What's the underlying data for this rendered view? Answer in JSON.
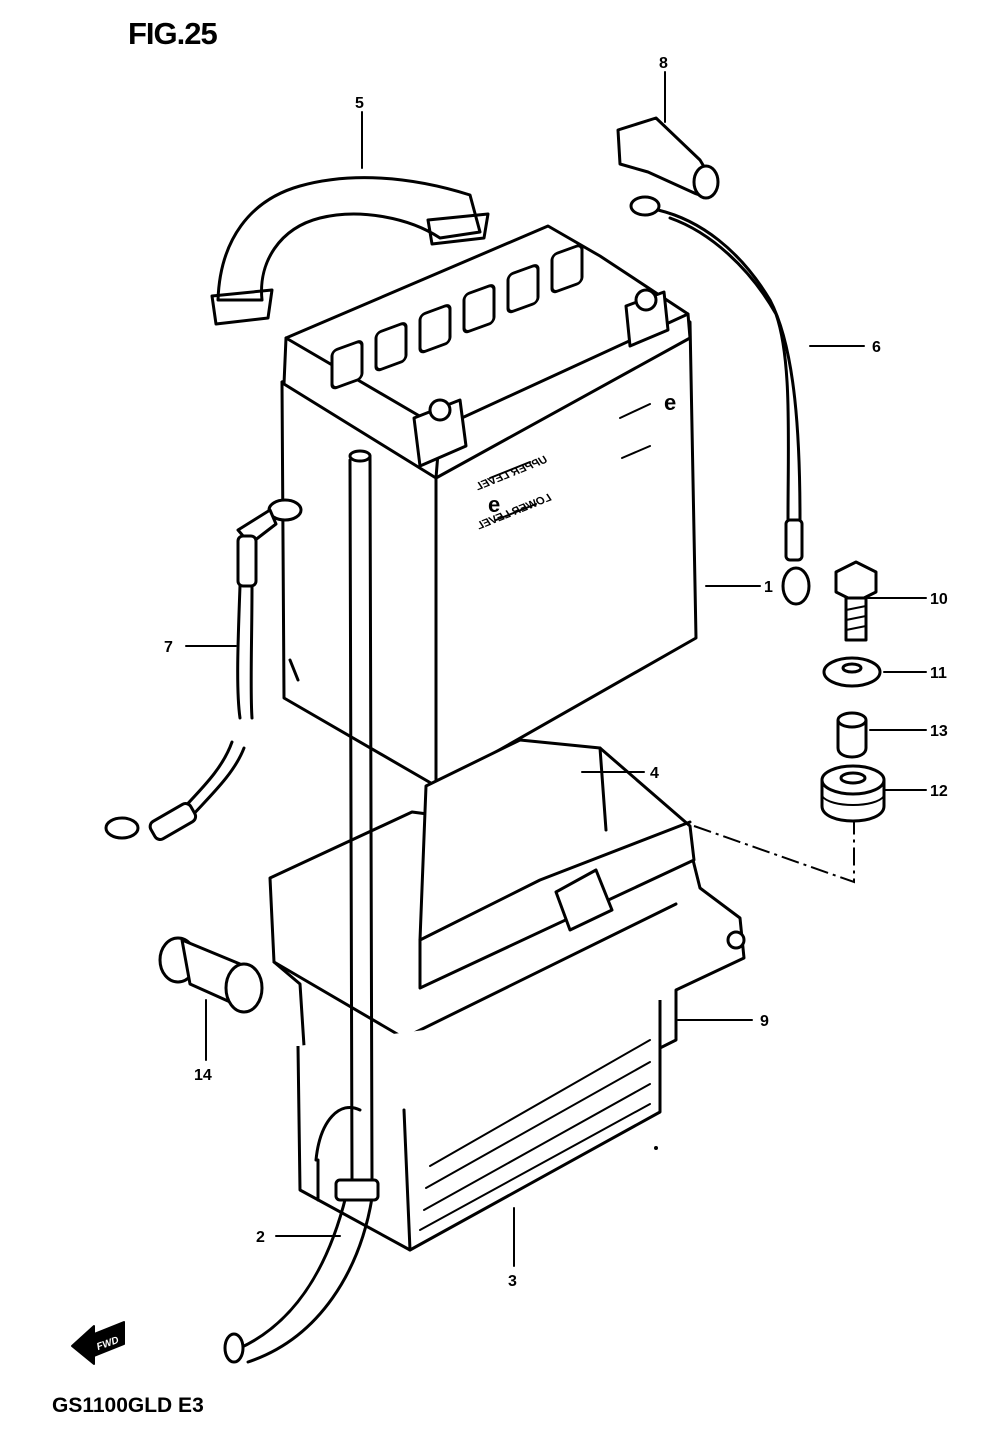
{
  "header": {
    "figure_title": "FIG.25"
  },
  "footer": {
    "model_code": "GS1100GLD E3"
  },
  "callouts": [
    {
      "id": "battery",
      "number": "1"
    },
    {
      "id": "breather-hose",
      "number": "2"
    },
    {
      "id": "battery-case",
      "number": "3"
    },
    {
      "id": "battery-holder",
      "number": "4"
    },
    {
      "id": "battery-band",
      "number": "5"
    },
    {
      "id": "positive-lead",
      "number": "6"
    },
    {
      "id": "negative-lead",
      "number": "7"
    },
    {
      "id": "terminal-cover",
      "number": "8"
    },
    {
      "id": "case-bracket",
      "number": "9"
    },
    {
      "id": "bolt",
      "number": "10"
    },
    {
      "id": "washer",
      "number": "11"
    },
    {
      "id": "cushion",
      "number": "12"
    },
    {
      "id": "spacer",
      "number": "13"
    },
    {
      "id": "hose-clamp",
      "number": "14"
    }
  ],
  "battery_labels": {
    "upper": "UPPER LEVEL",
    "lower": "LOWER LEVEL"
  },
  "fwd_arrow": {
    "label": "FWD"
  }
}
